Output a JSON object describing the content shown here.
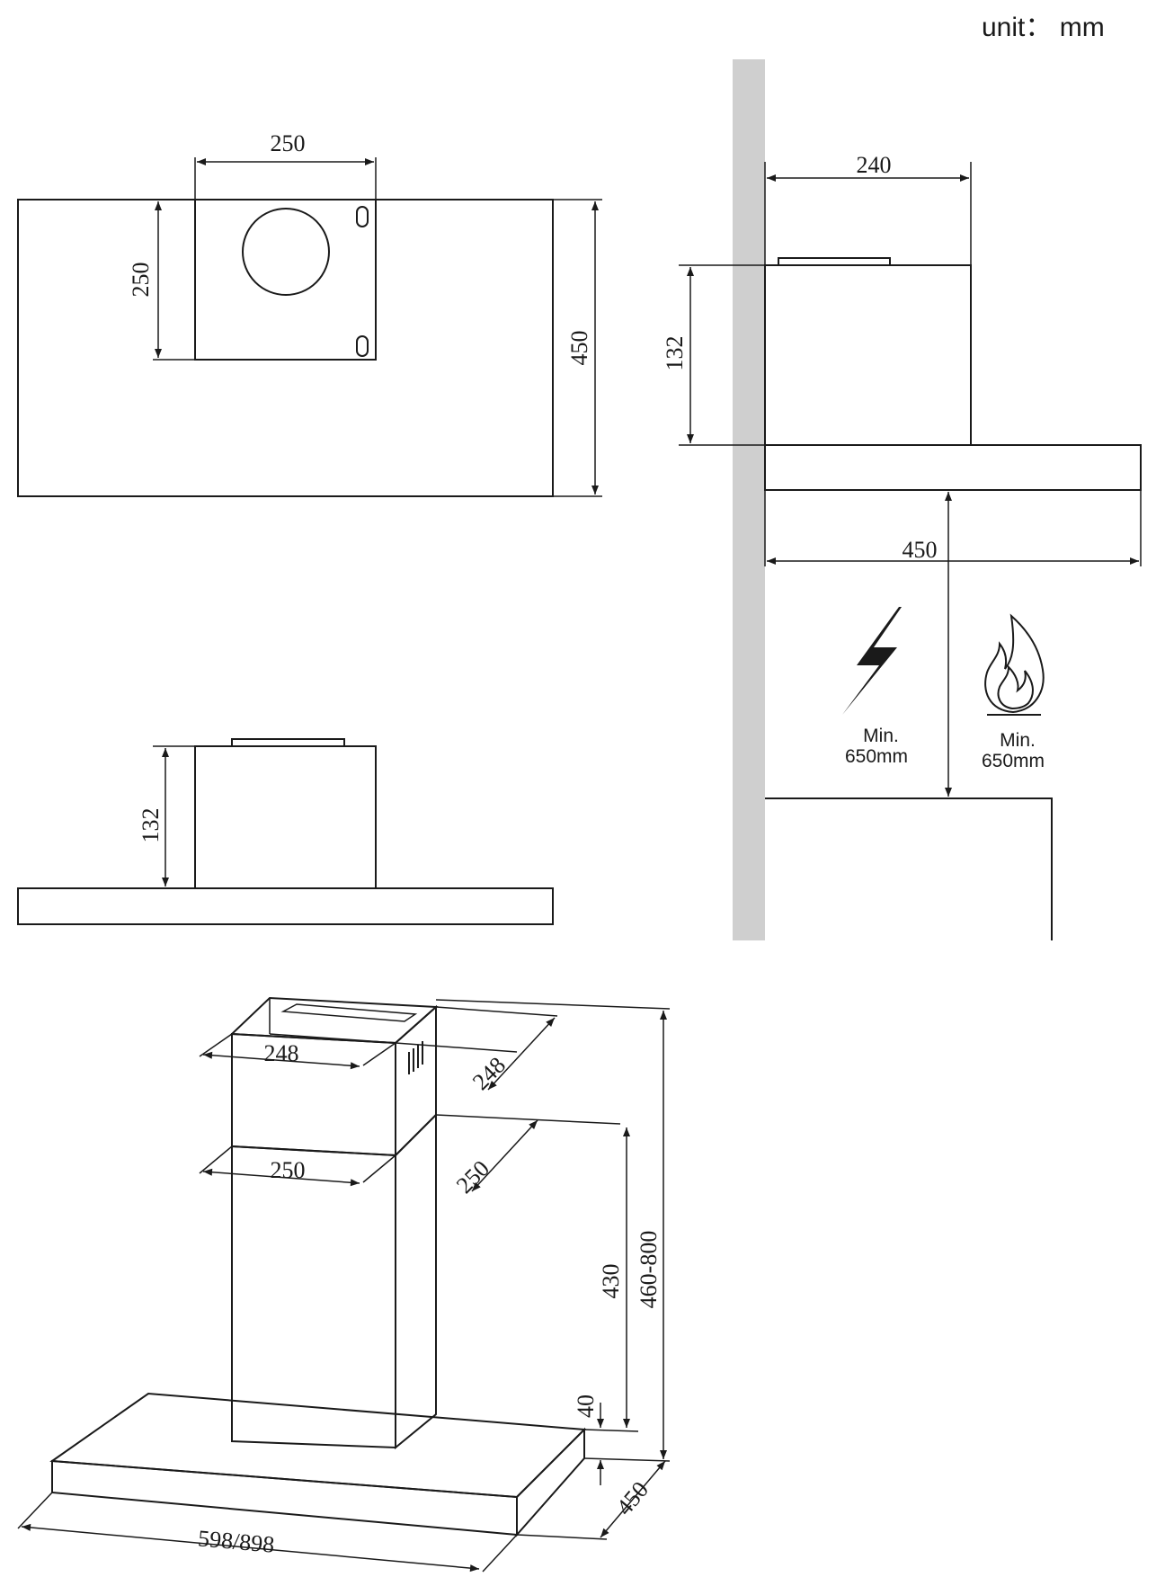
{
  "unit_label": "unit： mm",
  "top_view": {
    "duct_width": "250",
    "duct_depth": "250",
    "hood_depth": "450"
  },
  "front_view": {
    "top_box_height": "132"
  },
  "side_view": {
    "chimney_depth": "240",
    "top_box_height": "132",
    "hood_depth": "450",
    "electric_clearance": {
      "label": "Min.",
      "value": "650mm",
      "icon": "lightning-bolt-icon"
    },
    "gas_clearance": {
      "label": "Min.",
      "value": "650mm",
      "icon": "flame-icon"
    }
  },
  "iso_view": {
    "upper_chimney_width": "248",
    "upper_chimney_depth": "248",
    "lower_chimney_width": "250",
    "lower_chimney_depth": "250",
    "lower_chimney_height": "430",
    "total_height": "460-800",
    "canopy_thickness": "40",
    "canopy_depth": "450",
    "canopy_width": "598/898"
  }
}
